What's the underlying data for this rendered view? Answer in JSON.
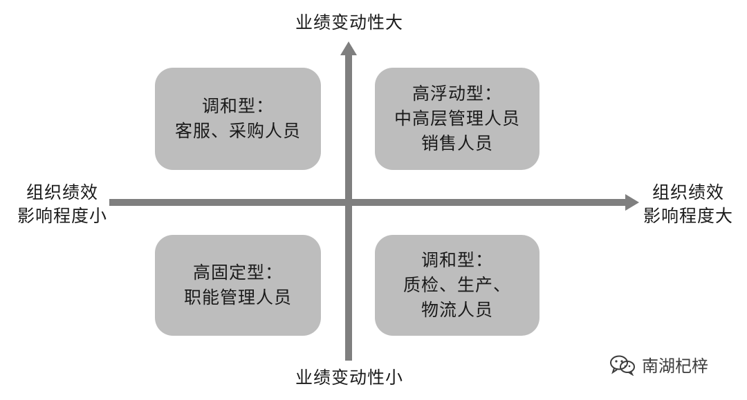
{
  "axes": {
    "top": "业绩变动性大",
    "bottom": "业绩变动性小",
    "left": [
      "组织绩效",
      "影响程度小"
    ],
    "right": [
      "组织绩效",
      "影响程度大"
    ]
  },
  "quadrants": {
    "top_left": [
      "调和型：",
      "客服、采购人员"
    ],
    "top_right": [
      "高浮动型：",
      "中高层管理人员",
      "销售人员"
    ],
    "bottom_left": [
      "高固定型：",
      "职能管理人员"
    ],
    "bottom_right": [
      "调和型：",
      "质检、生产、",
      "物流人员"
    ]
  },
  "watermark": {
    "icon": "wechat-icon",
    "text": "南湖杞梓"
  },
  "colors": {
    "box_fill": "#bdbdbd",
    "axis": "#7f7f7f"
  }
}
